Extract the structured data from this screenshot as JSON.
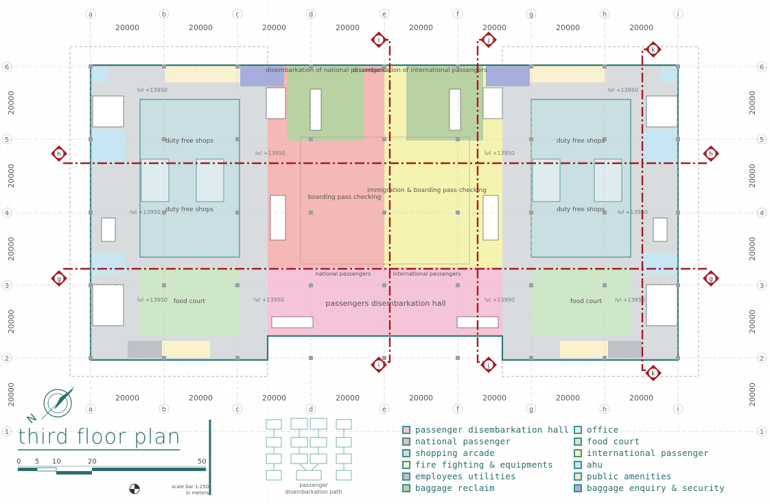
{
  "drawing": {
    "title": "third floor plan",
    "scale_bar": {
      "ticks": [
        "0",
        "5",
        "10",
        "20",
        "50"
      ],
      "scale_label": "scale bar 1:250",
      "units_label": "in meters"
    },
    "grid": {
      "columns": [
        "a",
        "b",
        "c",
        "d",
        "e",
        "f",
        "g",
        "h",
        "i"
      ],
      "rows": [
        "6",
        "5",
        "4",
        "3",
        "2",
        "1"
      ],
      "span_label": "20000"
    },
    "section_markers": [
      "i",
      "j",
      "k",
      "h",
      "g"
    ],
    "level_tag": "lvl +13950",
    "zones": {
      "disembarkation_national": "disembarkation of national passengers",
      "disembarkation_international": "disembarkation of international passengers",
      "duty_free": "duty free shops",
      "food_court": "food court",
      "boarding_pass": "boarding pass checking",
      "immigration": "immigration & boarding pass checking",
      "national_passengers": "national passengers",
      "international_passengers": "international passengers",
      "disembarkation_hall": "passengers disembarkation hall"
    },
    "disembarkation_path": {
      "caption_line1": "passenger",
      "caption_line2": "disembarkation path"
    }
  },
  "legend": {
    "items": [
      {
        "label": "passenger disembarkation hall",
        "color": "#f6c4d8"
      },
      {
        "label": "national passenger",
        "color": "#f4b8b6"
      },
      {
        "label": "shopping arcade",
        "color": "#c9dfe3"
      },
      {
        "label": "fire fighting & equipments",
        "color": "#faf2cf"
      },
      {
        "label": "employees utilities",
        "color": "#bdc2c8"
      },
      {
        "label": "baggage reclaim",
        "color": "#b9d2a3"
      },
      {
        "label": "office",
        "color": "#e6f5f6"
      },
      {
        "label": "food court",
        "color": "#cfe7c9"
      },
      {
        "label": "international passenger",
        "color": "#f4f4b0"
      },
      {
        "label": "ahu",
        "color": "#c7e6f3"
      },
      {
        "label": "public amenities",
        "color": "#ede5d8"
      },
      {
        "label": "baggage enquiry & security",
        "color": "#a8aedb"
      }
    ]
  }
}
